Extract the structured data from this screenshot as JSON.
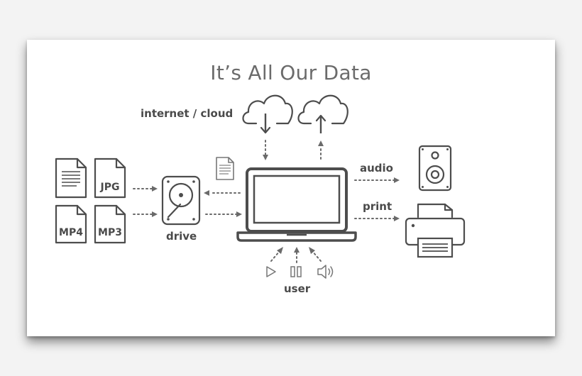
{
  "slide": {
    "title": "It’s All Our Data",
    "labels": {
      "internet": "internet / cloud",
      "drive": "drive",
      "audio": "audio",
      "print": "print",
      "user": "user"
    },
    "file_types": [
      "JPG",
      "MP4",
      "MP3"
    ]
  }
}
